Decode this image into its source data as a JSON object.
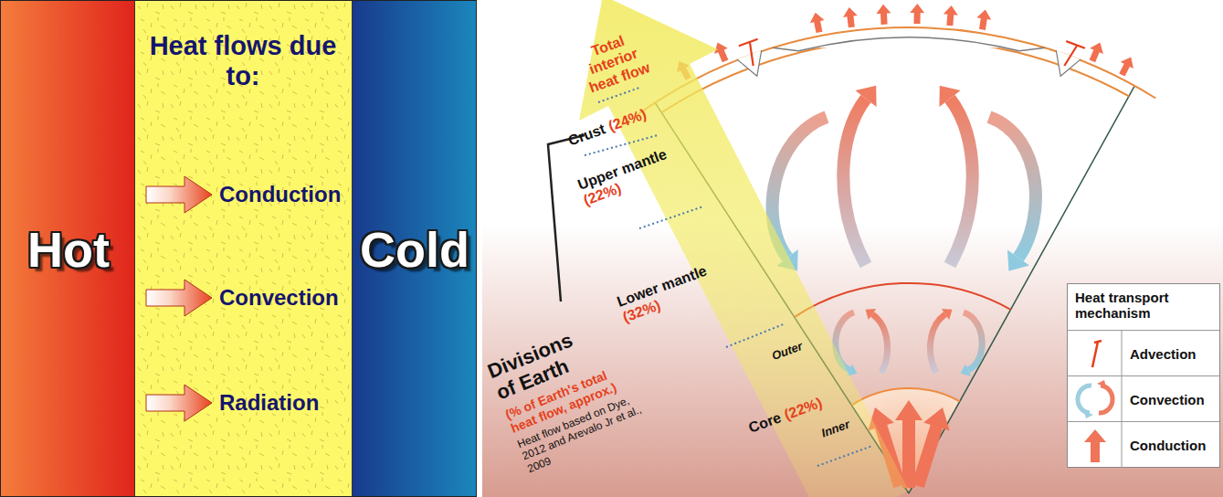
{
  "diagram": {
    "nodes": [
      {
        "text": [
          "Hot"
        ]
      },
      {
        "text": [
          "Heat flows due to:",
          "Conduction",
          "Convection",
          "Radiation"
        ]
      },
      {
        "text": [
          "Cold"
        ]
      }
    ],
    "labels": [
      "Total interior heat flow",
      "Crust",
      "(24%)",
      "Upper mantle",
      "(22%)",
      "Lower mantle",
      "(32%)",
      "Outer",
      "Core",
      "(22%)",
      "Inner",
      "Divisions of Earth",
      "(% of Earth's total heat flow, approx.)",
      "Heat flow based on Dye, 2012 and Arevalo Jr et al., 2009",
      "Heat transport mechanism"
    ],
    "legend": [
      {
        "text": "Advection"
      },
      {
        "text": "Convection"
      },
      {
        "text": "Conduction"
      }
    ]
  }
}
